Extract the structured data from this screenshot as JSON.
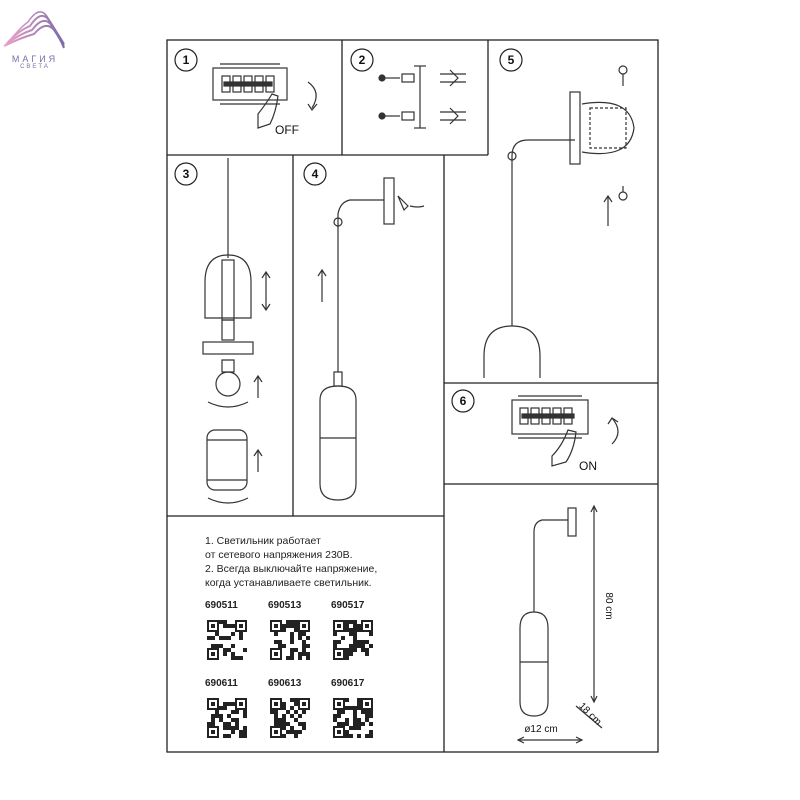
{
  "brand": {
    "name_line1": "МАГИЯ",
    "name_line2": "СВЕТА"
  },
  "steps": [
    "1",
    "2",
    "3",
    "4",
    "5",
    "6"
  ],
  "labels": {
    "off": "OFF",
    "on": "ON"
  },
  "dimensions": {
    "height": "80 cm",
    "depth": "18 cm",
    "diameter": "ø12 cm"
  },
  "notes": [
    "1. Светильник работает",
    "от сетевого напряжения 230В.",
    "2. Всегда выключайте напряжение,",
    "когда устанавливаете светильник."
  ],
  "codes_row1": [
    "690511",
    "690513",
    "690517"
  ],
  "codes_row2": [
    "690611",
    "690613",
    "690617"
  ],
  "colors": {
    "line": "#333333",
    "logo_a": "#e8a0c8",
    "logo_b": "#7b6ea8"
  }
}
